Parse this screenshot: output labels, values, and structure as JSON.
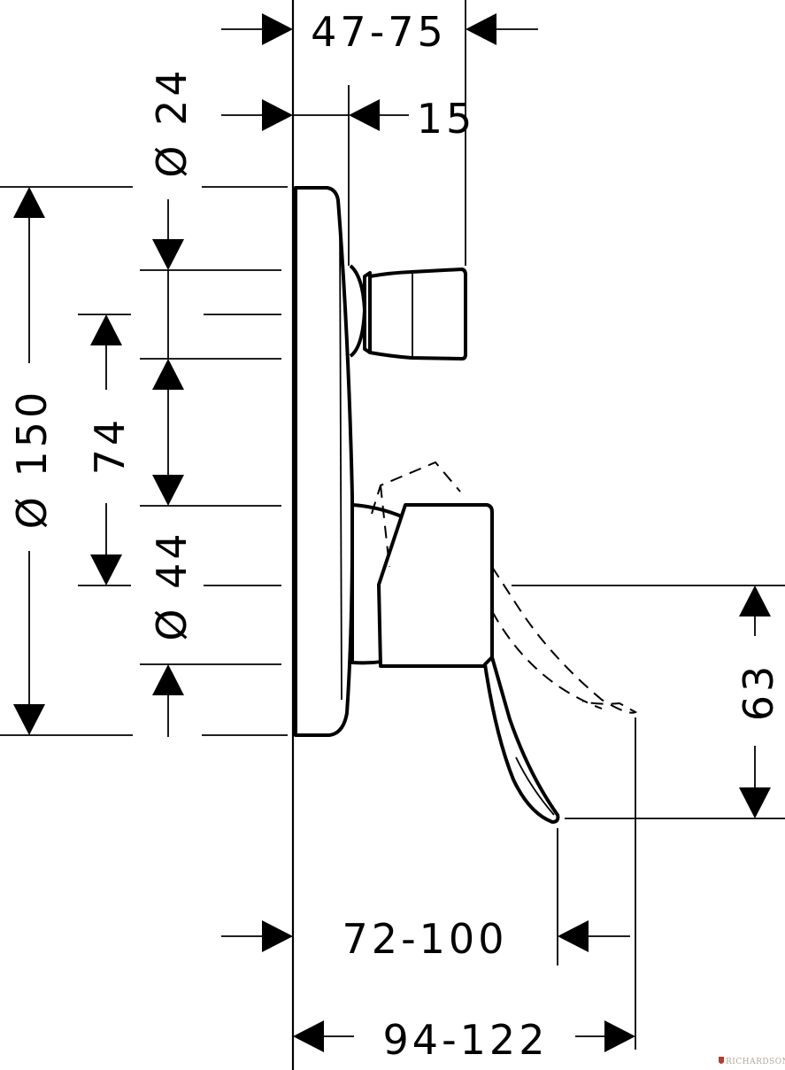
{
  "dimensions": {
    "mount_depth": "47-75",
    "outlet_depth": "15",
    "outlet_diameter": "Ø 24",
    "plate_diameter": "Ø 150",
    "outlet_spacing": "74",
    "cartridge_diameter": "Ø 44",
    "lever_drop": "63",
    "lever_reach": "72-100",
    "total_reach": "94-122"
  },
  "watermark": {
    "text": "RICHARDSON",
    "logo_icon": "shield-logo-icon"
  },
  "colors": {
    "line": "#000000",
    "background": "#ffffff",
    "watermark": "#b7a99a"
  }
}
